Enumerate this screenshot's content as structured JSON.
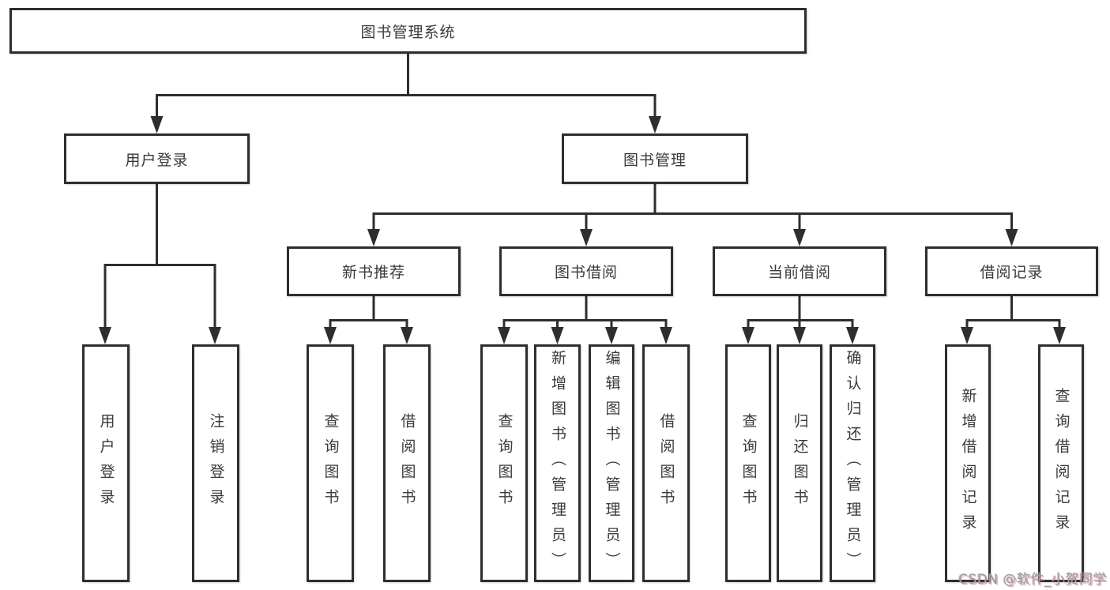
{
  "colors": {
    "line": "#2e2e2e",
    "text": "#3a3a3a",
    "background": "#ffffff",
    "watermark": "#9c9c9c"
  },
  "tree": {
    "root": {
      "label": "图书管理系统"
    },
    "level2": [
      {
        "id": "user-login",
        "label": "用户登录"
      },
      {
        "id": "book-management",
        "label": "图书管理"
      }
    ],
    "level3": [
      {
        "id": "new-book-recommend",
        "label": "新书推荐"
      },
      {
        "id": "book-borrowing",
        "label": "图书借阅"
      },
      {
        "id": "current-borrowing",
        "label": "当前借阅"
      },
      {
        "id": "borrowing-records",
        "label": "借阅记录"
      }
    ],
    "leaves": {
      "user_login": [
        "用户登录",
        "注销登录"
      ],
      "new_book_recommend": [
        "查询图书",
        "借阅图书"
      ],
      "book_borrowing": [
        "查询图书",
        "新增图书（管理员）",
        "编辑图书（管理员）",
        "借阅图书"
      ],
      "current_borrowing": [
        "查询图书",
        "归还图书",
        "确认归还（管理员）"
      ],
      "borrowing_records": [
        "新增借阅记录",
        "查询借阅记录"
      ]
    }
  },
  "watermark": {
    "text": "CSDN @软件_小贺同学"
  }
}
